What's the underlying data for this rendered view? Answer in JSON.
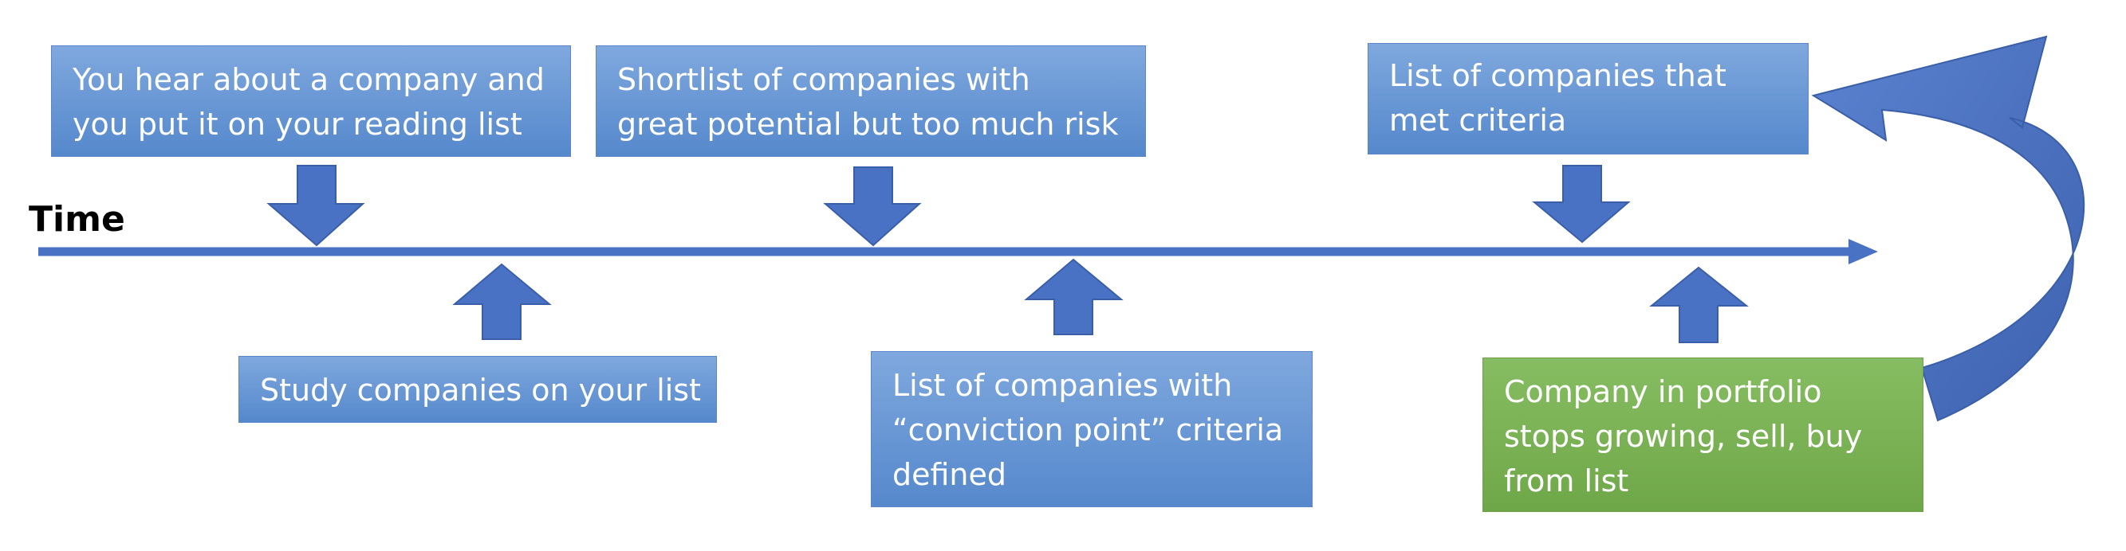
{
  "timeline": {
    "label": "Time"
  },
  "boxes": {
    "reading_list": "You hear about a company and\nyou put it on your reading list",
    "shortlist": "Shortlist of companies with\ngreat potential but too much risk",
    "met_criteria": "List of companies that\nmet criteria",
    "study": "Study companies on your list",
    "conviction": "List of companies with\n“conviction point” criteria\ndefined",
    "portfolio": "Company in portfolio\nstops growing, sell, buy\nfrom list"
  },
  "colors": {
    "arrow": "#4a72c4",
    "arrow_stroke": "#3a5ea8",
    "box_blue": "#6a98d6",
    "box_green": "#77b052",
    "text": "#ffffff"
  }
}
